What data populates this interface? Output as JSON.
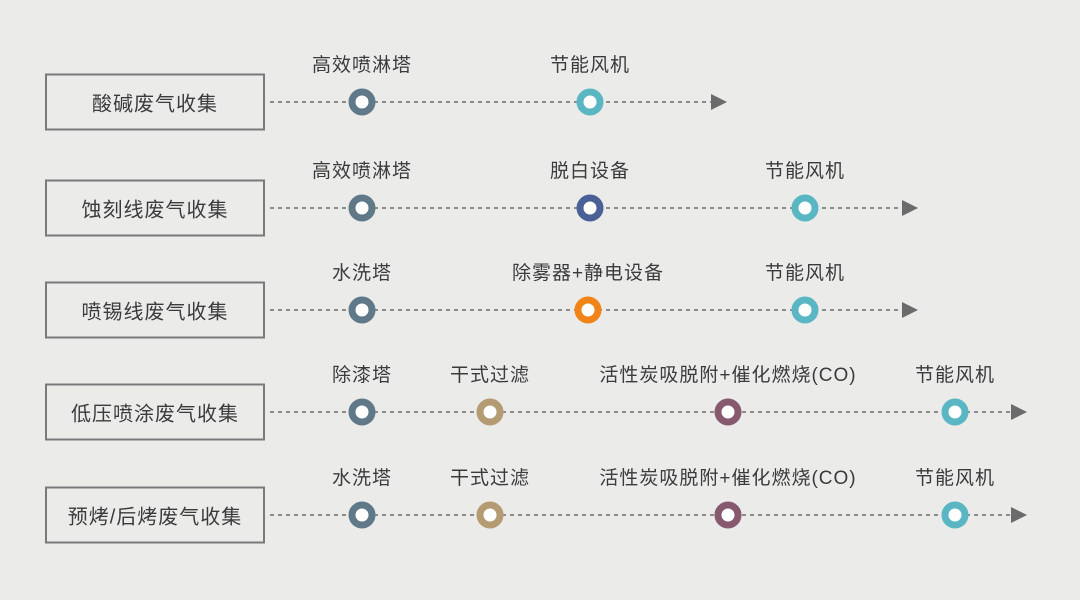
{
  "diagram_title": "waste-gas-collection-treatment-flows",
  "colors": {
    "background": "#ebebea",
    "box_border": "#7a7a7a",
    "text": "#3b3b3b",
    "dashed_line": "#8c8c8c",
    "arrow": "#6b6b6b",
    "node_inner": "#ffffff",
    "slate": "#607989",
    "teal": "#5bb6c4",
    "navy": "#4a6096",
    "orange": "#f08418",
    "tan": "#b49b72",
    "plum": "#87596e"
  },
  "rows": [
    {
      "source": "酸碱废气收集",
      "steps": [
        {
          "label": "高效喷淋塔",
          "color": "#607989"
        },
        {
          "label": "节能风机",
          "color": "#5bb6c4"
        }
      ]
    },
    {
      "source": "蚀刻线废气收集",
      "steps": [
        {
          "label": "高效喷淋塔",
          "color": "#607989"
        },
        {
          "label": "脱白设备",
          "color": "#4a6096"
        },
        {
          "label": "节能风机",
          "color": "#5bb6c4"
        }
      ]
    },
    {
      "source": "喷锡线废气收集",
      "steps": [
        {
          "label": "水洗塔",
          "color": "#607989"
        },
        {
          "label": "除雾器+静电设备",
          "color": "#f08418"
        },
        {
          "label": "节能风机",
          "color": "#5bb6c4"
        }
      ]
    },
    {
      "source": "低压喷涂废气收集",
      "steps": [
        {
          "label": "除漆塔",
          "color": "#607989"
        },
        {
          "label": "干式过滤",
          "color": "#b49b72"
        },
        {
          "label": "活性炭吸脱附+催化燃烧(CO)",
          "color": "#87596e"
        },
        {
          "label": "节能风机",
          "color": "#5bb6c4"
        }
      ]
    },
    {
      "source": "预烤/后烤废气收集",
      "steps": [
        {
          "label": "水洗塔",
          "color": "#607989"
        },
        {
          "label": "干式过滤",
          "color": "#b49b72"
        },
        {
          "label": "活性炭吸脱附+催化燃烧(CO)",
          "color": "#87596e"
        },
        {
          "label": "节能风机",
          "color": "#5bb6c4"
        }
      ]
    }
  ]
}
